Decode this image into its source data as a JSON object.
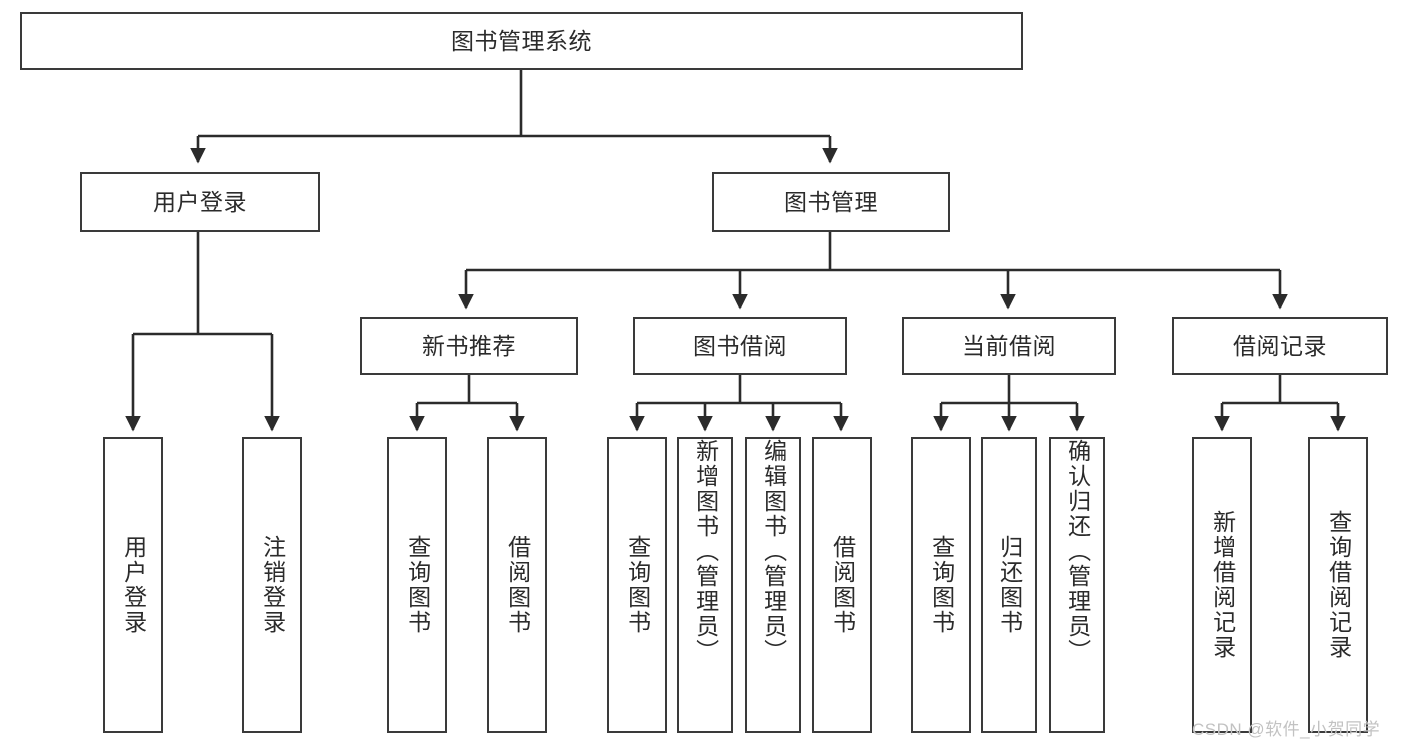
{
  "diagram": {
    "title_node": {
      "label": "图书管理系统"
    },
    "level2": [
      {
        "label": "用户登录"
      },
      {
        "label": "图书管理"
      }
    ],
    "level3": [
      {
        "label": "新书推荐"
      },
      {
        "label": "图书借阅"
      },
      {
        "label": "当前借阅"
      },
      {
        "label": "借阅记录"
      }
    ],
    "leaves": {
      "user_login": [
        {
          "label": "用户登录"
        },
        {
          "label": "注销登录"
        }
      ],
      "new_book_recommend": [
        {
          "label": "查询图书"
        },
        {
          "label": "借阅图书"
        }
      ],
      "book_borrow": [
        {
          "label": "查询图书"
        },
        {
          "label": "新增图书（管理员）"
        },
        {
          "label": "编辑图书（管理员）"
        },
        {
          "label": "借阅图书"
        }
      ],
      "current_borrow": [
        {
          "label": "查询图书"
        },
        {
          "label": "归还图书"
        },
        {
          "label": "确认归还（管理员）"
        }
      ],
      "borrow_record": [
        {
          "label": "新增借阅记录"
        },
        {
          "label": "查询借阅记录"
        }
      ]
    }
  },
  "watermark": {
    "text": "CSDN @软件_小贺同学"
  },
  "colors": {
    "border": "#3a3a3a",
    "text": "#2b2b2b",
    "background": "#ffffff",
    "watermark": "#c2c2c2"
  }
}
